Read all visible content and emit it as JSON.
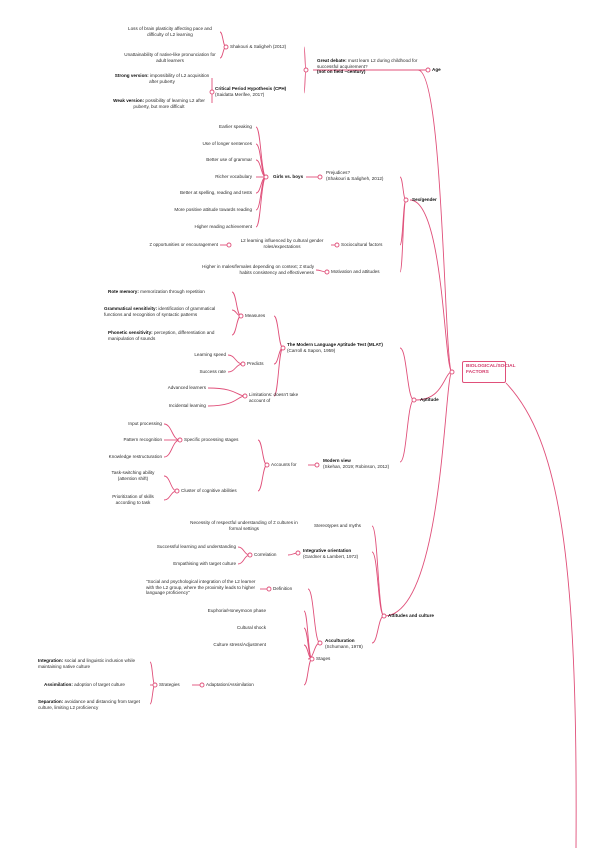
{
  "root": "BIOLOGICAL/SOCIAL FACTORS",
  "age": {
    "label": "Age",
    "debate": {
      "b": "Great debate:",
      "t": " must learn L2 during childhood for successful acquirement?",
      "note": "(not on field ~century)"
    },
    "shakouri": {
      "label": "Shakouri & Saligheh (2012)",
      "items": [
        "Loss of brain plasticity affecting pace and difficulty of L2 learning",
        "Unattainability of native-like pronunciation for adult learners"
      ]
    },
    "cph": {
      "label": "Critical Period Hypothesis (CPH)",
      "cite": "(Saidatta Merifee, 2017)",
      "strong_b": "Strong version:",
      "strong_t": " impossibility of L2 acquisition after puberty",
      "weak_b": "Weak version:",
      "weak_t": " possibility of learning L2 after puberty, but more difficult"
    }
  },
  "sex": {
    "label": "Sex/gender",
    "girls": {
      "label": "Girls vs. boys",
      "items": [
        "Earlier speaking",
        "Use of longer sentences",
        "Better use of grammar",
        "Richer vocabulary",
        "Better at spelling, reading and tests",
        "More positive attitude towards reading",
        "Higher reading achievement"
      ]
    },
    "prejudices": {
      "label": "Prejudices?",
      "cite": "(Shakouri & Saligheh, 2012)"
    },
    "socio": {
      "label": "Sociocultural factors",
      "influenced": "L2 learning influenced by cultural gender roles/expectations",
      "opportunities": "≠ opportunities or encouragement"
    },
    "motivation": {
      "label": "Motivation and attitudes",
      "detail": "Higher in males/females depending on context; ≠ study habits consistency and effectiveness"
    }
  },
  "aptitude": {
    "label": "Aptitude",
    "mlat": {
      "label": "The Modern Language Aptitude Test (MLAT)",
      "cite": "(Carroll & Sapon, 1959)"
    },
    "measures": {
      "label": "Measures",
      "rote_b": "Rote memory:",
      "rote_t": " memorization through repetition",
      "gram_b": "Grammatical sensitivity:",
      "gram_t": " identification of grammatical functions and recognition of syntactic patterns",
      "phon_b": "Phonetic sensitivity:",
      "phon_t": " perception, differentiation and manipulation of sounds"
    },
    "predicts": {
      "label": "Predicts",
      "items": [
        "Learning speed",
        "Success rate"
      ]
    },
    "limitations": {
      "label": "Limitations: doesn't take account of",
      "items": [
        "Advanced learners",
        "Incidental learning"
      ]
    },
    "modern": {
      "label": "Modern view",
      "cite": "(Skehan, 2019; Robinson, 2012)"
    },
    "accounts": {
      "label": "Accounts for"
    },
    "stages": {
      "label": "Specific processing stages",
      "items": [
        "Input processing",
        "Pattern recognition",
        "Knowledge restructuration"
      ]
    },
    "cluster": {
      "label": "Cluster of cognitive abilities",
      "items": [
        "Task-switching ability (attention shift)",
        "Prioritization of skills according to task"
      ]
    }
  },
  "attitudes": {
    "label": "Attitudes and culture",
    "stereotypes": {
      "label": "Stereotypes and myths",
      "detail": "Necessity of respectful understanding of ≠ cultures in formal settings"
    },
    "integrative": {
      "label": "Integrative orientation",
      "cite": "(Gardner & Lambert, 1972)"
    },
    "correlation": {
      "label": "Correlation",
      "items": [
        "Successful learning and understanding",
        "Empathising with target culture"
      ]
    },
    "accult": {
      "label": "Acculturation",
      "cite": "(Schumann, 1978)"
    },
    "definition": {
      "label": "Definition",
      "detail": "\"Social and psychological integration of the L2 learner with the L2 group, where the proximity leads to higher language proficiency\""
    },
    "stages": {
      "label": "Stages",
      "items": [
        "Euphoria/Honeymoon phase",
        "Cultural shock",
        "Culture stress/Adjustment"
      ]
    },
    "adaptation": {
      "label": "Adaptation/Assimilation"
    },
    "strategies": {
      "label": "Strategies",
      "integ_b": "Integration:",
      "integ_t": " social and linguistic inclusion while maintaining native culture",
      "assim_b": "Assimilation:",
      "assim_t": " adoption of target culture",
      "sep_b": "Separation:",
      "sep_t": " avoidance and distancing from target culture, limiting L2 proficiency"
    }
  },
  "colors": {
    "line": "#e0507a",
    "accent": "#d23a6a"
  }
}
